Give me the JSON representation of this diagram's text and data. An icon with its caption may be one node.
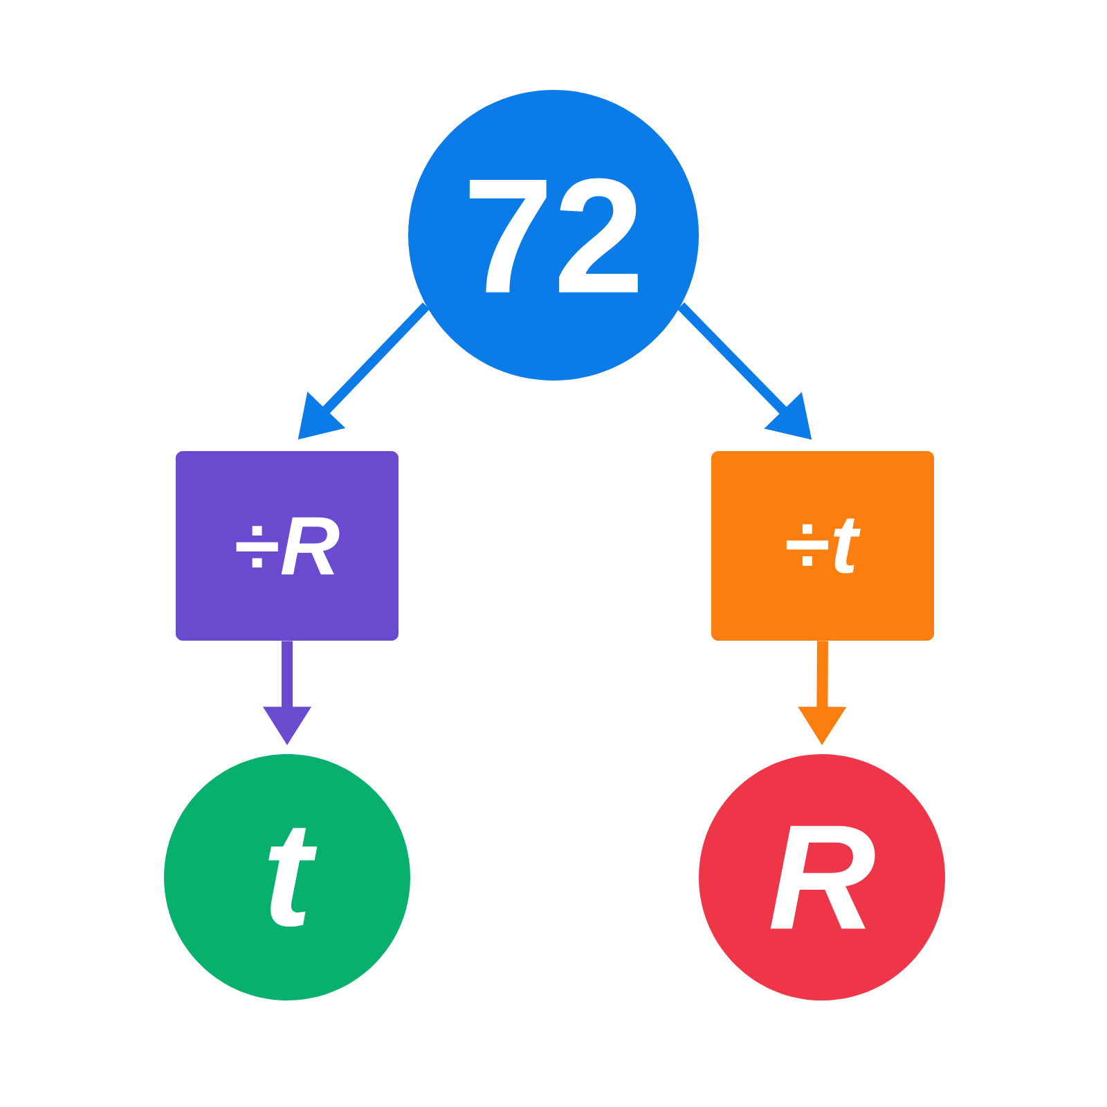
{
  "diagram": {
    "nodes": [
      {
        "text": [
          "72"
        ]
      },
      {
        "text": [
          "÷*R*"
        ]
      },
      {
        "text": [
          "÷*t*"
        ]
      },
      {
        "text": [
          "t"
        ]
      },
      {
        "text": [
          "R"
        ]
      }
    ],
    "edges": [
      {
        "from": 0,
        "to": 1,
        "arrow": "to",
        "color": "#0b7be8"
      },
      {
        "from": 0,
        "to": 2,
        "arrow": "to",
        "color": "#0b7be8"
      },
      {
        "from": 1,
        "to": 3,
        "arrow": "to",
        "color": "#6a4bcf"
      },
      {
        "from": 2,
        "to": 4,
        "arrow": "to",
        "color": "#fb7e0f"
      }
    ]
  }
}
